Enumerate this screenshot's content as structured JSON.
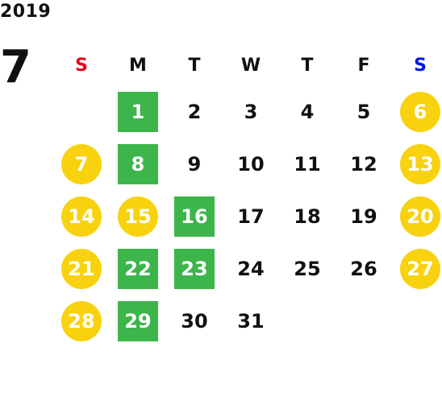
{
  "year": "2019",
  "month": "7",
  "colors": {
    "sunday": "#e4001b",
    "saturday": "#0015e0",
    "weekday": "#111111",
    "green": "#3cb54a",
    "yellow": "#f8d20f"
  },
  "weekdays": [
    {
      "label": "S",
      "kind": "sunday"
    },
    {
      "label": "M",
      "kind": "weekday"
    },
    {
      "label": "T",
      "kind": "weekday"
    },
    {
      "label": "W",
      "kind": "weekday"
    },
    {
      "label": "T",
      "kind": "weekday"
    },
    {
      "label": "F",
      "kind": "weekday"
    },
    {
      "label": "S",
      "kind": "saturday"
    }
  ],
  "weeks": [
    [
      null,
      {
        "day": "1",
        "style": "green"
      },
      {
        "day": "2",
        "style": "plain"
      },
      {
        "day": "3",
        "style": "plain"
      },
      {
        "day": "4",
        "style": "plain"
      },
      {
        "day": "5",
        "style": "plain"
      },
      {
        "day": "6",
        "style": "yellow"
      }
    ],
    [
      {
        "day": "7",
        "style": "yellow"
      },
      {
        "day": "8",
        "style": "green"
      },
      {
        "day": "9",
        "style": "plain"
      },
      {
        "day": "10",
        "style": "plain"
      },
      {
        "day": "11",
        "style": "plain"
      },
      {
        "day": "12",
        "style": "plain"
      },
      {
        "day": "13",
        "style": "yellow"
      }
    ],
    [
      {
        "day": "14",
        "style": "yellow"
      },
      {
        "day": "15",
        "style": "yellow"
      },
      {
        "day": "16",
        "style": "green"
      },
      {
        "day": "17",
        "style": "plain"
      },
      {
        "day": "18",
        "style": "plain"
      },
      {
        "day": "19",
        "style": "plain"
      },
      {
        "day": "20",
        "style": "yellow"
      }
    ],
    [
      {
        "day": "21",
        "style": "yellow"
      },
      {
        "day": "22",
        "style": "green"
      },
      {
        "day": "23",
        "style": "green"
      },
      {
        "day": "24",
        "style": "plain"
      },
      {
        "day": "25",
        "style": "plain"
      },
      {
        "day": "26",
        "style": "plain"
      },
      {
        "day": "27",
        "style": "yellow"
      }
    ],
    [
      {
        "day": "28",
        "style": "yellow"
      },
      {
        "day": "29",
        "style": "green"
      },
      {
        "day": "30",
        "style": "plain"
      },
      {
        "day": "31",
        "style": "plain"
      },
      null,
      null,
      null
    ]
  ]
}
